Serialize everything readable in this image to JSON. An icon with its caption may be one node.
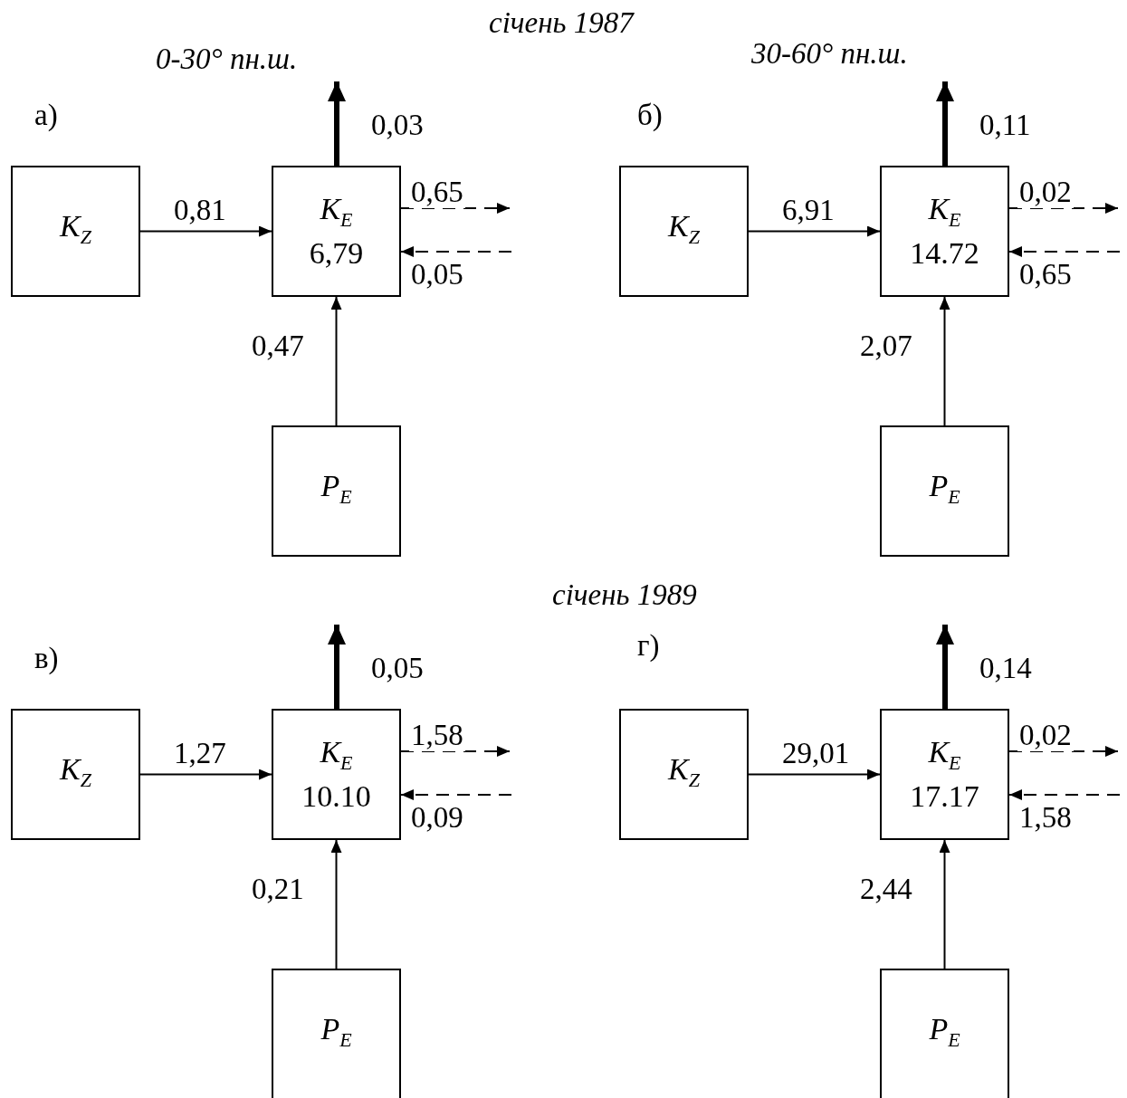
{
  "diagram": {
    "nodes": [
      {
        "text": [
          "K$_{Z}$"
        ]
      },
      {
        "text": [
          "K$_{E}$",
          "6,79"
        ]
      },
      {
        "text": [
          "P$_{E}$"
        ]
      },
      {
        "text": [
          "K$_{Z}$"
        ]
      },
      {
        "text": [
          "K$_{E}$",
          "14.72"
        ]
      },
      {
        "text": [
          "P$_{E}$"
        ]
      },
      {
        "text": [
          "K$_{Z}$"
        ]
      },
      {
        "text": [
          "K$_{E}$",
          "10.10"
        ]
      },
      {
        "text": [
          "P$_{E}$"
        ]
      },
      {
        "text": [
          "K$_{Z}$"
        ]
      },
      {
        "text": [
          "K$_{E}$",
          "17.17"
        ]
      },
      {
        "text": [
          "P$_{E}$"
        ]
      }
    ],
    "edges": [
      {
        "from": 0,
        "to": 1,
        "arrow": "to",
        "label": "0,81"
      },
      {
        "from": 2,
        "to": 1,
        "arrow": "to",
        "label": "0,47"
      },
      {
        "from": 1,
        "to": null,
        "arrow": "to",
        "style": "thick",
        "label": "0,03"
      },
      {
        "from": 1,
        "to": null,
        "arrow": "to",
        "style": "dashed",
        "label": "0,65"
      },
      {
        "from": null,
        "to": 1,
        "arrow": "to",
        "style": "dashed",
        "label": "0,05"
      },
      {
        "from": 3,
        "to": 4,
        "arrow": "to",
        "label": "6,91"
      },
      {
        "from": 5,
        "to": 4,
        "arrow": "to",
        "label": "2,07"
      },
      {
        "from": 4,
        "to": null,
        "arrow": "to",
        "style": "thick",
        "label": "0,11"
      },
      {
        "from": 4,
        "to": null,
        "arrow": "to",
        "style": "dashed",
        "label": "0,02"
      },
      {
        "from": null,
        "to": 4,
        "arrow": "to",
        "style": "dashed",
        "label": "0,65"
      },
      {
        "from": 6,
        "to": 7,
        "arrow": "to",
        "label": "1,27"
      },
      {
        "from": 8,
        "to": 7,
        "arrow": "to",
        "label": "0,21"
      },
      {
        "from": 7,
        "to": null,
        "arrow": "to",
        "style": "thick",
        "label": "0,05"
      },
      {
        "from": 7,
        "to": null,
        "arrow": "to",
        "style": "dashed",
        "label": "1,58"
      },
      {
        "from": null,
        "to": 7,
        "arrow": "to",
        "style": "dashed",
        "label": "0,09"
      },
      {
        "from": 9,
        "to": 10,
        "arrow": "to",
        "label": "29,01"
      },
      {
        "from": 11,
        "to": 10,
        "arrow": "to",
        "label": "2,44"
      },
      {
        "from": 10,
        "to": null,
        "arrow": "to",
        "style": "thick",
        "label": "0,14"
      },
      {
        "from": 10,
        "to": null,
        "arrow": "to",
        "style": "dashed",
        "label": "0,02"
      },
      {
        "from": null,
        "to": 10,
        "arrow": "to",
        "style": "dashed",
        "label": "1,58"
      }
    ],
    "labels": [
      "січень 1987",
      "0-30° пн.ш.",
      "30-60° пн.ш.",
      "а)",
      "б)",
      "січень 1989",
      "в)",
      "г)"
    ]
  }
}
